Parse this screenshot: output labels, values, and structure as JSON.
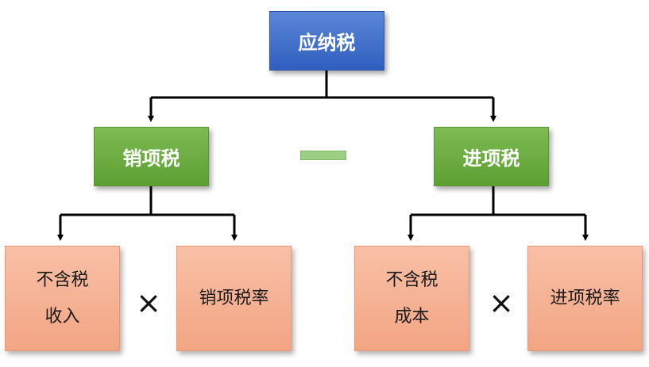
{
  "diagram": {
    "root": {
      "label": "应纳税"
    },
    "output_tax": {
      "label": "销项税",
      "children": [
        {
          "line1": "不含税",
          "line2": "收入"
        },
        {
          "line1": "销项税率",
          "line2": ""
        }
      ],
      "operator": "×"
    },
    "input_tax": {
      "label": "进项税",
      "children": [
        {
          "line1": "不含税",
          "line2": "成本"
        },
        {
          "line1": "进项税率",
          "line2": ""
        }
      ],
      "operator": "×"
    },
    "minus_operator": "minus",
    "colors": {
      "root": "#3d6fcc",
      "mid": "#6aaa3f",
      "leaf": "#f4b192",
      "minus": "#9ccf83",
      "line": "#000000"
    }
  }
}
